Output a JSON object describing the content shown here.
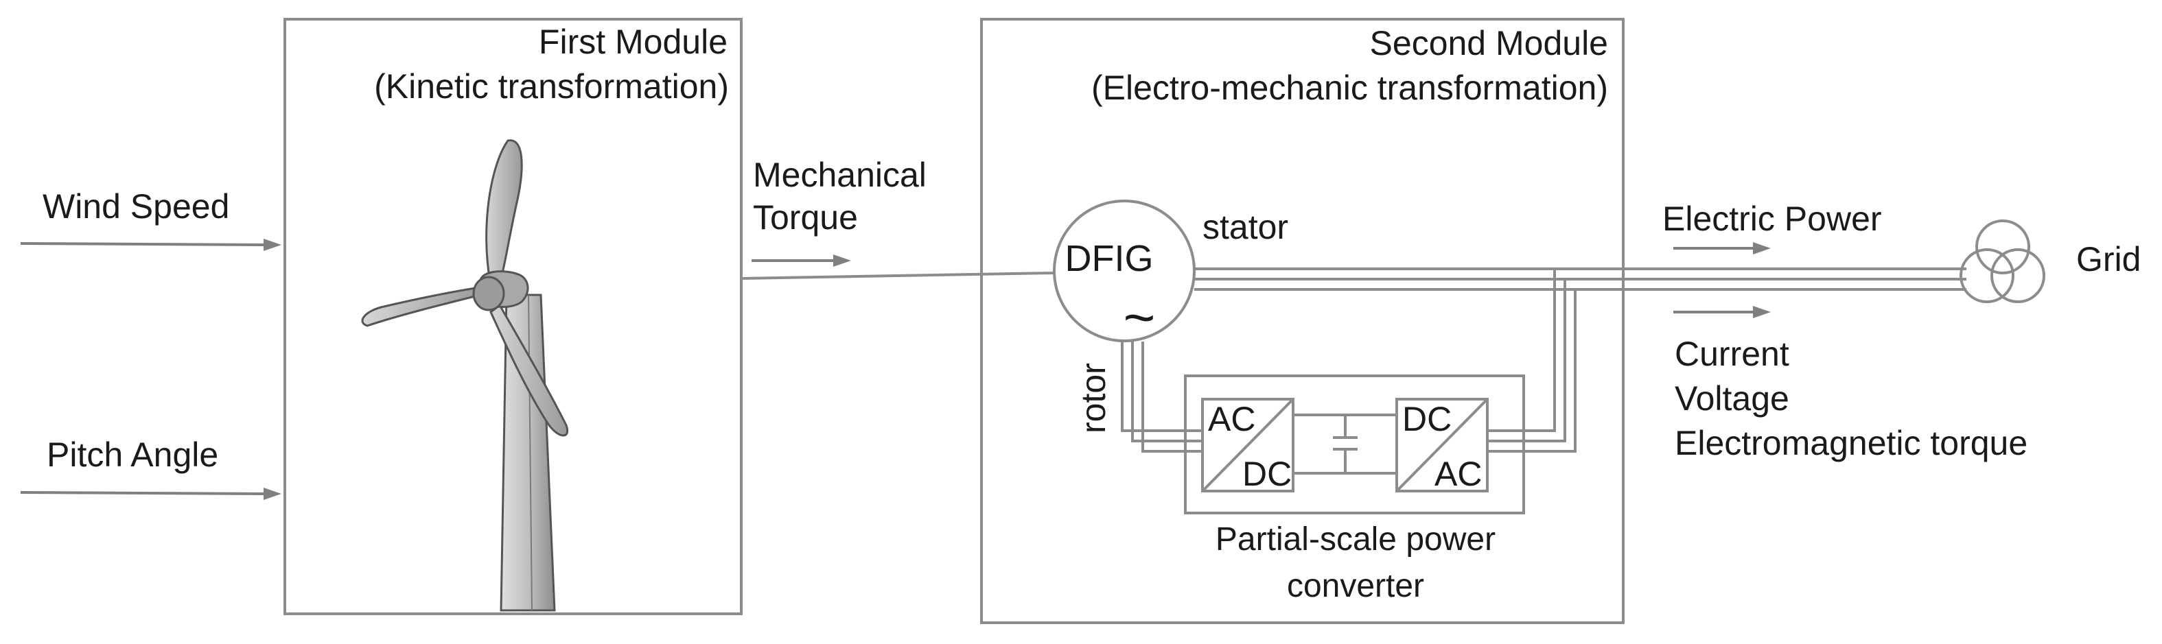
{
  "inputs": {
    "wind_speed": "Wind Speed",
    "pitch_angle": "Pitch Angle"
  },
  "first_module": {
    "title": "First Module",
    "subtitle": "(Kinetic transformation)"
  },
  "mechanical_torque": {
    "line1": "Mechanical",
    "line2": "Torque"
  },
  "second_module": {
    "title": "Second Module",
    "subtitle": "(Electro-mechanic transformation)",
    "generator_label": "DFIG",
    "generator_symbol": "~",
    "stator_label": "stator",
    "rotor_label": "rotor",
    "converter": {
      "left_top": "AC",
      "left_bottom": "DC",
      "right_top": "DC",
      "right_bottom": "AC",
      "caption_line1": "Partial-scale power",
      "caption_line2": "converter"
    }
  },
  "outputs": {
    "electric_power": "Electric Power",
    "current": "Current",
    "voltage": "Voltage",
    "em_torque": "Electromagnetic torque"
  },
  "grid_label": "Grid",
  "colors": {
    "line": "#8c8c8c",
    "blade_fill": "#b8b8b8",
    "tower_fill": "#c4c4c4",
    "text": "#1a1a1a"
  }
}
